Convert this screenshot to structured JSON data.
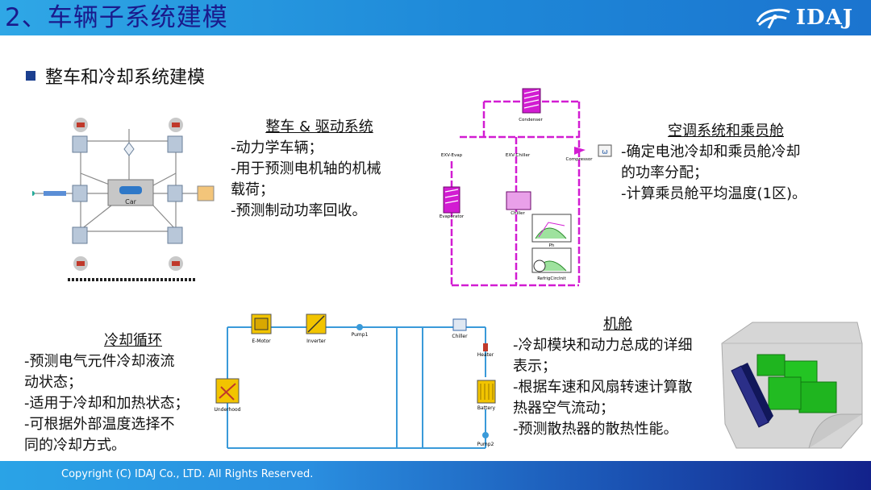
{
  "header": {
    "title": "2、车辆子系统建模",
    "logo_text": "IDAJ",
    "logo_icon": "idaj-swirl-logo"
  },
  "section": {
    "title": "整车和冷却系统建模"
  },
  "vehicle": {
    "heading": "整车 & 驱动系统",
    "lines": [
      "-动力学车辆；",
      "-用于预测电机轴的机械",
      "载荷；",
      "-预测制动功率回收。"
    ],
    "diagram": {
      "car_label": "Car"
    }
  },
  "ac": {
    "heading": "空调系统和乘员舱",
    "lines": [
      "-确定电池冷却和乘员舱冷却",
      "的功率分配；",
      "-计算乘员舱平均温度(1区)。"
    ],
    "diagram": {
      "condenser": "Condenser",
      "exv_evap": "EXV-Evap",
      "exv_chiller": "EXV-Chiller",
      "compressor": "Compressor",
      "evaporator": "Evaporator",
      "chiller": "Chiller",
      "ph": "Ph",
      "refrig": "RefrigCircInit"
    }
  },
  "cooling": {
    "heading": "冷却循环",
    "lines": [
      "-预测电气元件冷却液流",
      "动状态；",
      "-适用于冷却和加热状态；",
      "-可根据外部温度选择不",
      "同的冷却方式。"
    ],
    "diagram": {
      "emotor": "E-Motor",
      "inverter": "Inverter",
      "pump1": "Pump1",
      "chiller": "Chiller",
      "heater": "Heater",
      "battery": "Battery",
      "underhood": "Underhood",
      "pump2": "Pump2"
    }
  },
  "cabin": {
    "heading": "机舱",
    "lines": [
      "-冷却模块和动力总成的详细",
      "表示；",
      "-根据车速和风扇转速计算散",
      "热器空气流动；",
      "-预测散热器的散热性能。"
    ]
  },
  "footer": {
    "copyright": "Copyright (C)  IDAJ Co., LTD. All Rights Reserved."
  }
}
